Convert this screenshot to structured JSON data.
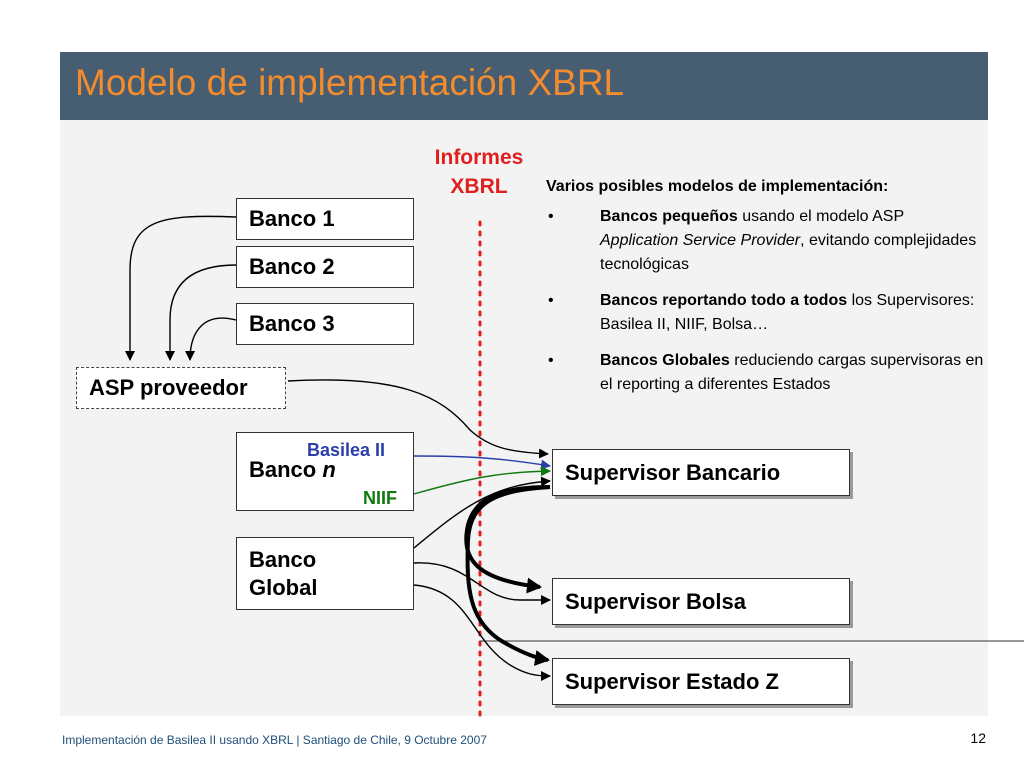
{
  "title": "Modelo de implementación XBRL",
  "informes_label": "Informes XBRL",
  "nodes": {
    "banco1": "Banco 1",
    "banco2": "Banco 2",
    "banco3": "Banco 3",
    "asp": "ASP proveedor",
    "banco_n_prefix": "Banco",
    "banco_n_suffix": "n",
    "banco_global_line1": "Banco",
    "banco_global_line2": "Global",
    "supervisor_bancario": "Supervisor Bancario",
    "supervisor_bolsa": "Supervisor Bolsa",
    "supervisor_estado_z": "Supervisor Estado Z"
  },
  "tags": {
    "basilea": "Basilea II",
    "niif": "NIIF"
  },
  "colors": {
    "title_bar": "#475d72",
    "title_text": "#f28c2c",
    "informes": "#e02020",
    "basilea": "#2b3fa8",
    "niif": "#0f7a0f",
    "footer": "#1f4e79"
  },
  "info": {
    "heading": "Varios posibles modelos de implementación:",
    "bullet_char": "•",
    "bullets": [
      {
        "bold": "Bancos pequeños",
        "rest_1": " usando el modelo ASP ",
        "italic": "Application Service Provider",
        "rest_2": ", evitando complejidades tecnológicas"
      },
      {
        "bold": "Bancos reportando todo a todos",
        "rest_1": " los Supervisores: Basilea II, NIIF, Bolsa…"
      },
      {
        "bold": "Bancos Globales",
        "rest_1": " reduciendo cargas supervisoras en el reporting a diferentes Estados"
      }
    ]
  },
  "footer": "Implementación de Basilea II usando XBRL | Santiago de Chile, 9 Octubre 2007",
  "page_number": "12"
}
